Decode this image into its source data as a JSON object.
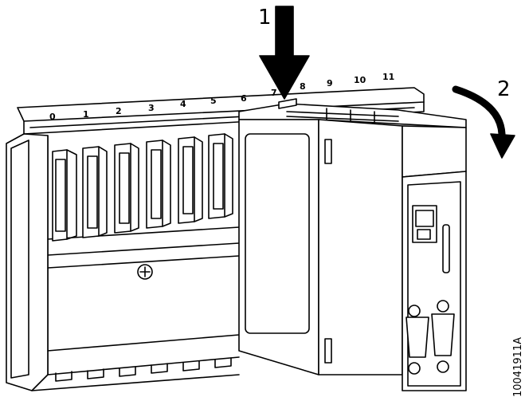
{
  "figure": {
    "step_labels": [
      "1",
      "2"
    ],
    "slot_numbers": [
      "0",
      "1",
      "2",
      "3",
      "4",
      "5",
      "6",
      "7",
      "8",
      "9",
      "10",
      "11"
    ],
    "reference_code": "10041911A",
    "colors": {
      "line": "#000000",
      "fill": "#ffffff",
      "shade": "#f2f2f2"
    }
  }
}
